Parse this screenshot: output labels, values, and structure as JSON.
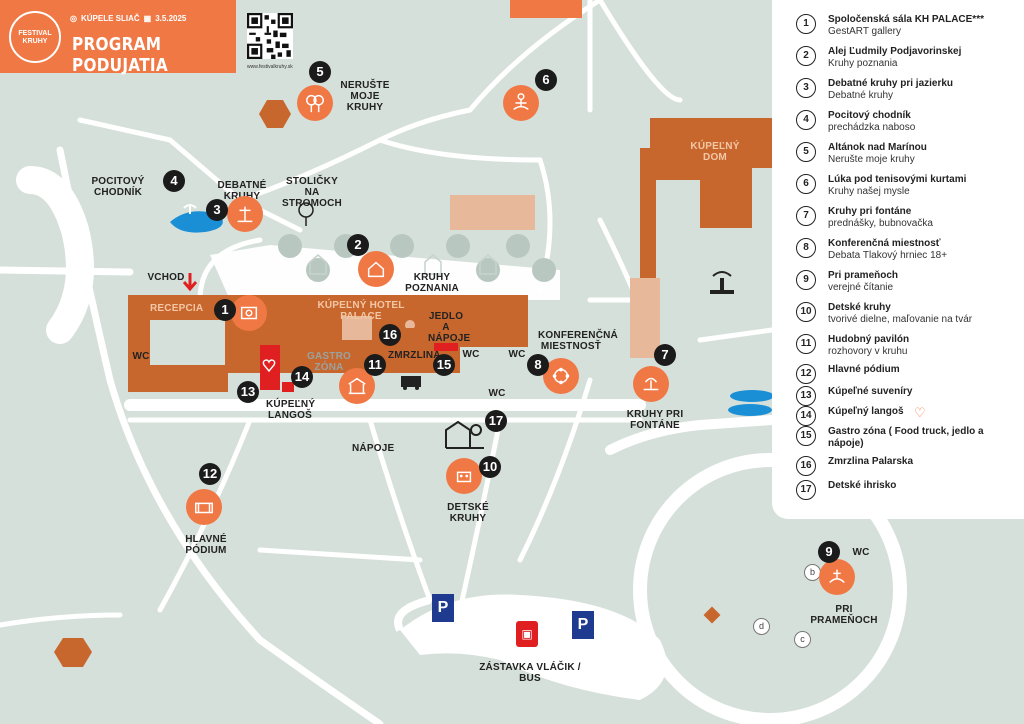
{
  "header": {
    "logo_text": "FESTIVAL KRUHY",
    "location": "KÚPELE SLIAČ",
    "date": "3.5.2025",
    "title": "PROGRAM PODUJATIA",
    "url": "www.festivalkruhy.sk"
  },
  "legend": [
    {
      "num": "1",
      "title": "Spoločenská sála KH PALACE***",
      "subtitle": "GestART gallery"
    },
    {
      "num": "2",
      "title": "Alej Ľudmily Podjavorinskej",
      "subtitle": "Kruhy poznania"
    },
    {
      "num": "3",
      "title": "Debatné kruhy pri jazierku",
      "subtitle": "Debatné kruhy"
    },
    {
      "num": "4",
      "title": "Pocitový chodník",
      "subtitle": "prechádzka naboso"
    },
    {
      "num": "5",
      "title": "Altánok nad Marínou",
      "subtitle": "Nerušte moje kruhy"
    },
    {
      "num": "6",
      "title": "Lúka pod tenisovými kurtami",
      "subtitle": "Kruhy našej mysle"
    },
    {
      "num": "7",
      "title": "Kruhy pri fontáne",
      "subtitle": "prednášky, bubnovačka"
    },
    {
      "num": "8",
      "title": "Konferenčná miestnosť",
      "subtitle": "Debata Tlakový hrniec 18+"
    },
    {
      "num": "9",
      "title": "Pri prameňoch",
      "subtitle": "verejné čítanie"
    },
    {
      "num": "10",
      "title": "Detské kruhy",
      "subtitle": "tvorivé dielne, maľovanie na tvár"
    },
    {
      "num": "11",
      "title": "Hudobný pavilón",
      "subtitle": "rozhovory v kruhu"
    },
    {
      "num": "12",
      "title": "Hlavné pódium",
      "subtitle": ""
    },
    {
      "num": "13",
      "title": "Kúpeľné suveníry",
      "subtitle": ""
    },
    {
      "num": "14",
      "title": "Kúpeľný langoš",
      "subtitle": ""
    },
    {
      "num": "15",
      "title": "Gastro zóna ( Food truck, jedlo a nápoje)",
      "subtitle": ""
    },
    {
      "num": "16",
      "title": "Zmrzlina Palarska",
      "subtitle": ""
    },
    {
      "num": "17",
      "title": "Detské ihrisko",
      "subtitle": ""
    }
  ],
  "map_labels": {
    "neruste": "NERUŠTE MOJE KRUHY",
    "pocitovy": "POCITOVÝ CHODNÍK",
    "debatne": "DEBATNÉ KRUHY",
    "stolicky": "STOLIČKY NA STROMOCH",
    "kruhy_poznania": "KRUHY POZNANIA",
    "vchod": "VCHOD",
    "recepcia": "RECEPCIA",
    "hotel": "KÚPEĽNÝ HOTEL PALACE",
    "jedlo": "JEDLO A NÁPOJE",
    "konferencna": "KONFERENČNÁ MIESTNOSŤ",
    "gastro": "GASTRO ZÓNA",
    "zmrzlina": "ZMRZLINA",
    "wc": "WC",
    "kupelny_langos": "KÚPEĽNÝ LANGOŠ",
    "napoje": "NÁPOJE",
    "detske": "DETSKÉ KRUHY",
    "hlavne": "HLAVNÉ PÓDIUM",
    "kupelny_dom": "KÚPEĽNÝ DOM",
    "fontana": "KRUHY PRI FONTÁNE",
    "pramenoch": "PRI PRAMEŇOCH",
    "zastavka": "ZÁSTAVKA VLÁČIK / BUS",
    "parking": "P",
    "b": "b",
    "c": "c",
    "d": "d"
  },
  "markers": [
    "1",
    "2",
    "3",
    "4",
    "5",
    "6",
    "7",
    "8",
    "9",
    "10",
    "11",
    "12",
    "13",
    "14",
    "15",
    "16",
    "17"
  ],
  "colors": {
    "accent": "#f07845",
    "building": "#c8672d",
    "ground": "#d6e0da",
    "marker": "#1b1b1b"
  },
  "icons": [
    "location-pin-icon",
    "calendar-icon",
    "qr-code-icon",
    "fountain-icon",
    "tree-icon",
    "parking-icon",
    "train-icon",
    "food-truck-icon",
    "heart-icon",
    "playground-icon"
  ]
}
